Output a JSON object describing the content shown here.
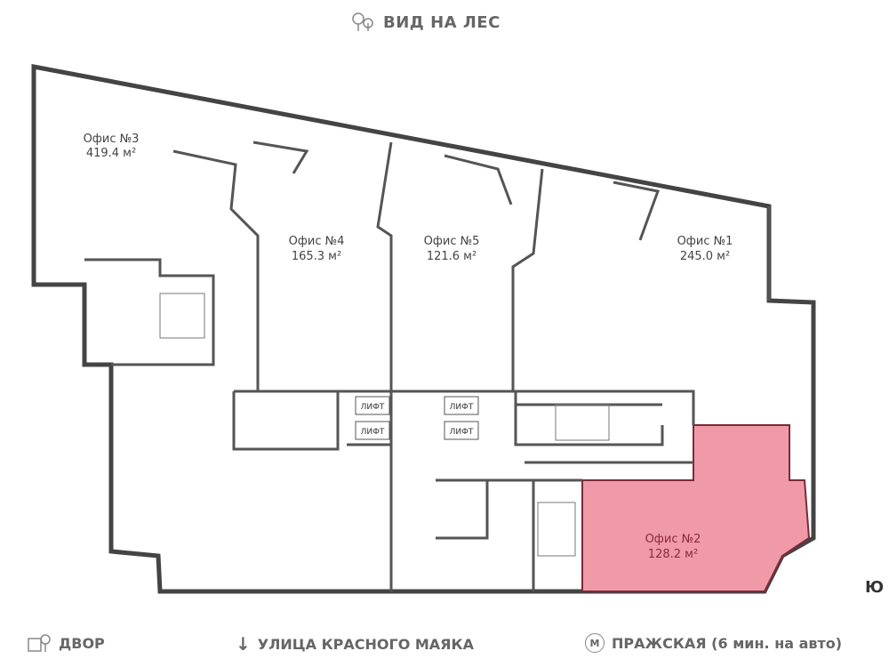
{
  "top_orientation": {
    "label": "ВИД НА ЛЕС",
    "icon": "trees-icon"
  },
  "bottom_orientations": [
    {
      "label": "ДВОР",
      "icon": "courtyard-icon"
    },
    {
      "label": "УЛИЦА КРАСНОГО МАЯКА",
      "icon": "arrow-down-icon"
    },
    {
      "label": "ПРАЖСКАЯ (6 мин. на авто)",
      "icon": "metro-icon",
      "icon_text": "М"
    }
  ],
  "compass": "Ю",
  "offices": [
    {
      "name": "Офис №3",
      "area": "419.4 м²",
      "highlighted": false
    },
    {
      "name": "Офис №4",
      "area": "165.3 м²",
      "highlighted": false
    },
    {
      "name": "Офис №5",
      "area": "121.6 м²",
      "highlighted": false
    },
    {
      "name": "Офис №1",
      "area": "245.0 м²",
      "highlighted": false
    },
    {
      "name": "Офис №2",
      "area": "128.2 м²",
      "highlighted": true
    }
  ],
  "lifts": [
    "ЛИФТ",
    "ЛИФТ",
    "ЛИФТ",
    "ЛИФТ"
  ],
  "colors": {
    "highlight": "#f09aa8",
    "highlight_text": "#8a2a3c",
    "wall": "#444444"
  }
}
